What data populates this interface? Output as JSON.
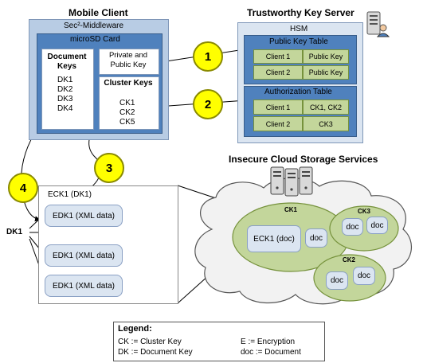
{
  "mobile_client": {
    "title": "Mobile Client",
    "middleware": "Sec²-Middleware",
    "microsd": "microSD Card",
    "document_keys": {
      "title": "Document Keys",
      "items": [
        "DK1",
        "DK2",
        "DK3",
        "DK4"
      ]
    },
    "private_public_key": "Private and Public Key",
    "cluster_keys": {
      "title": "Cluster Keys",
      "items": [
        "CK1",
        "CK2",
        "CK5"
      ]
    }
  },
  "key_server": {
    "title": "Trustworthy Key Server",
    "hsm": "HSM",
    "public_key_table": {
      "title": "Public Key Table",
      "rows": [
        [
          "Client 1",
          "Public Key"
        ],
        [
          "Client 2",
          "Public Key"
        ]
      ]
    },
    "authorization_table": {
      "title": "Authorization Table",
      "rows": [
        [
          "Client 1",
          "CK1, CK2"
        ],
        [
          "Client 2",
          "CK3"
        ]
      ]
    }
  },
  "steps": [
    "1",
    "2",
    "3",
    "4"
  ],
  "cloud": {
    "title": "Insecure Cloud Storage Services",
    "clusters": [
      {
        "label": "CK1",
        "items": [
          "ECK1 (doc)",
          "doc"
        ]
      },
      {
        "label": "CK3",
        "items": [
          "doc",
          "doc"
        ]
      },
      {
        "label": "CK2",
        "items": [
          "doc",
          "doc"
        ]
      }
    ]
  },
  "document": {
    "header": "ECK1 (DK1)",
    "key_label": "DK1",
    "entries": [
      "EDK1 (XML data)",
      "EDK1 (XML data)",
      "EDK1 (XML data)"
    ]
  },
  "legend": {
    "title": "Legend:",
    "entries": [
      "CK := Cluster Key",
      "E := Encryption",
      "DK := Document Key",
      "doc := Document"
    ]
  }
}
